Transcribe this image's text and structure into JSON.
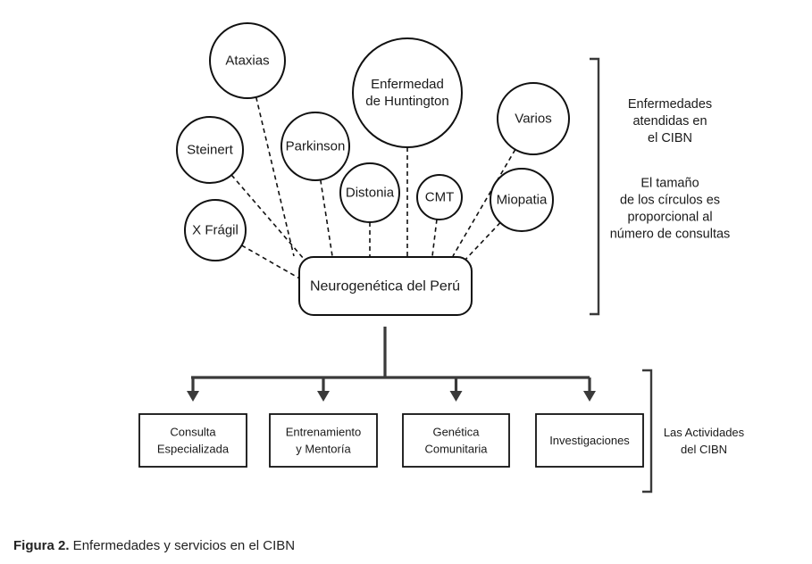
{
  "diagram": {
    "center_label": "Neurogenética del Perú",
    "diseases": [
      {
        "name": "ataxias-node",
        "lines": [
          "Ataxias"
        ]
      },
      {
        "name": "huntington-node",
        "lines": [
          "Enfermedad",
          "de Huntington"
        ]
      },
      {
        "name": "varios-node",
        "lines": [
          "Varios"
        ]
      },
      {
        "name": "steinert-node",
        "lines": [
          "Steinert"
        ]
      },
      {
        "name": "parkinson-node",
        "lines": [
          "Parkinson"
        ]
      },
      {
        "name": "distonia-node",
        "lines": [
          "Distonia"
        ]
      },
      {
        "name": "cmt-node",
        "lines": [
          "CMT"
        ]
      },
      {
        "name": "miopatia-node",
        "lines": [
          "Miopatia"
        ]
      },
      {
        "name": "x-fragil-node",
        "lines": [
          "X Frágil"
        ]
      }
    ],
    "activities": [
      {
        "name": "consulta-box",
        "lines": [
          "Consulta",
          "Especializada"
        ]
      },
      {
        "name": "entrenamiento-box",
        "lines": [
          "Entrenamiento",
          "y Mentoría"
        ]
      },
      {
        "name": "genetica-box",
        "lines": [
          "Genética",
          "Comunitaria"
        ]
      },
      {
        "name": "investigaciones-box",
        "lines": [
          "Investigaciones"
        ]
      }
    ],
    "diseases_note": [
      "Enfermedades",
      "atendidas en",
      "el CIBN"
    ],
    "size_note": [
      "El tamaño",
      "de los círculos es",
      "proporcional al",
      "número de consultas"
    ],
    "activities_note": [
      "Las Actividades",
      "del CIBN"
    ]
  },
  "caption": {
    "label": "Figura 2.",
    "text": " Enfermedades y servicios en el CIBN"
  }
}
